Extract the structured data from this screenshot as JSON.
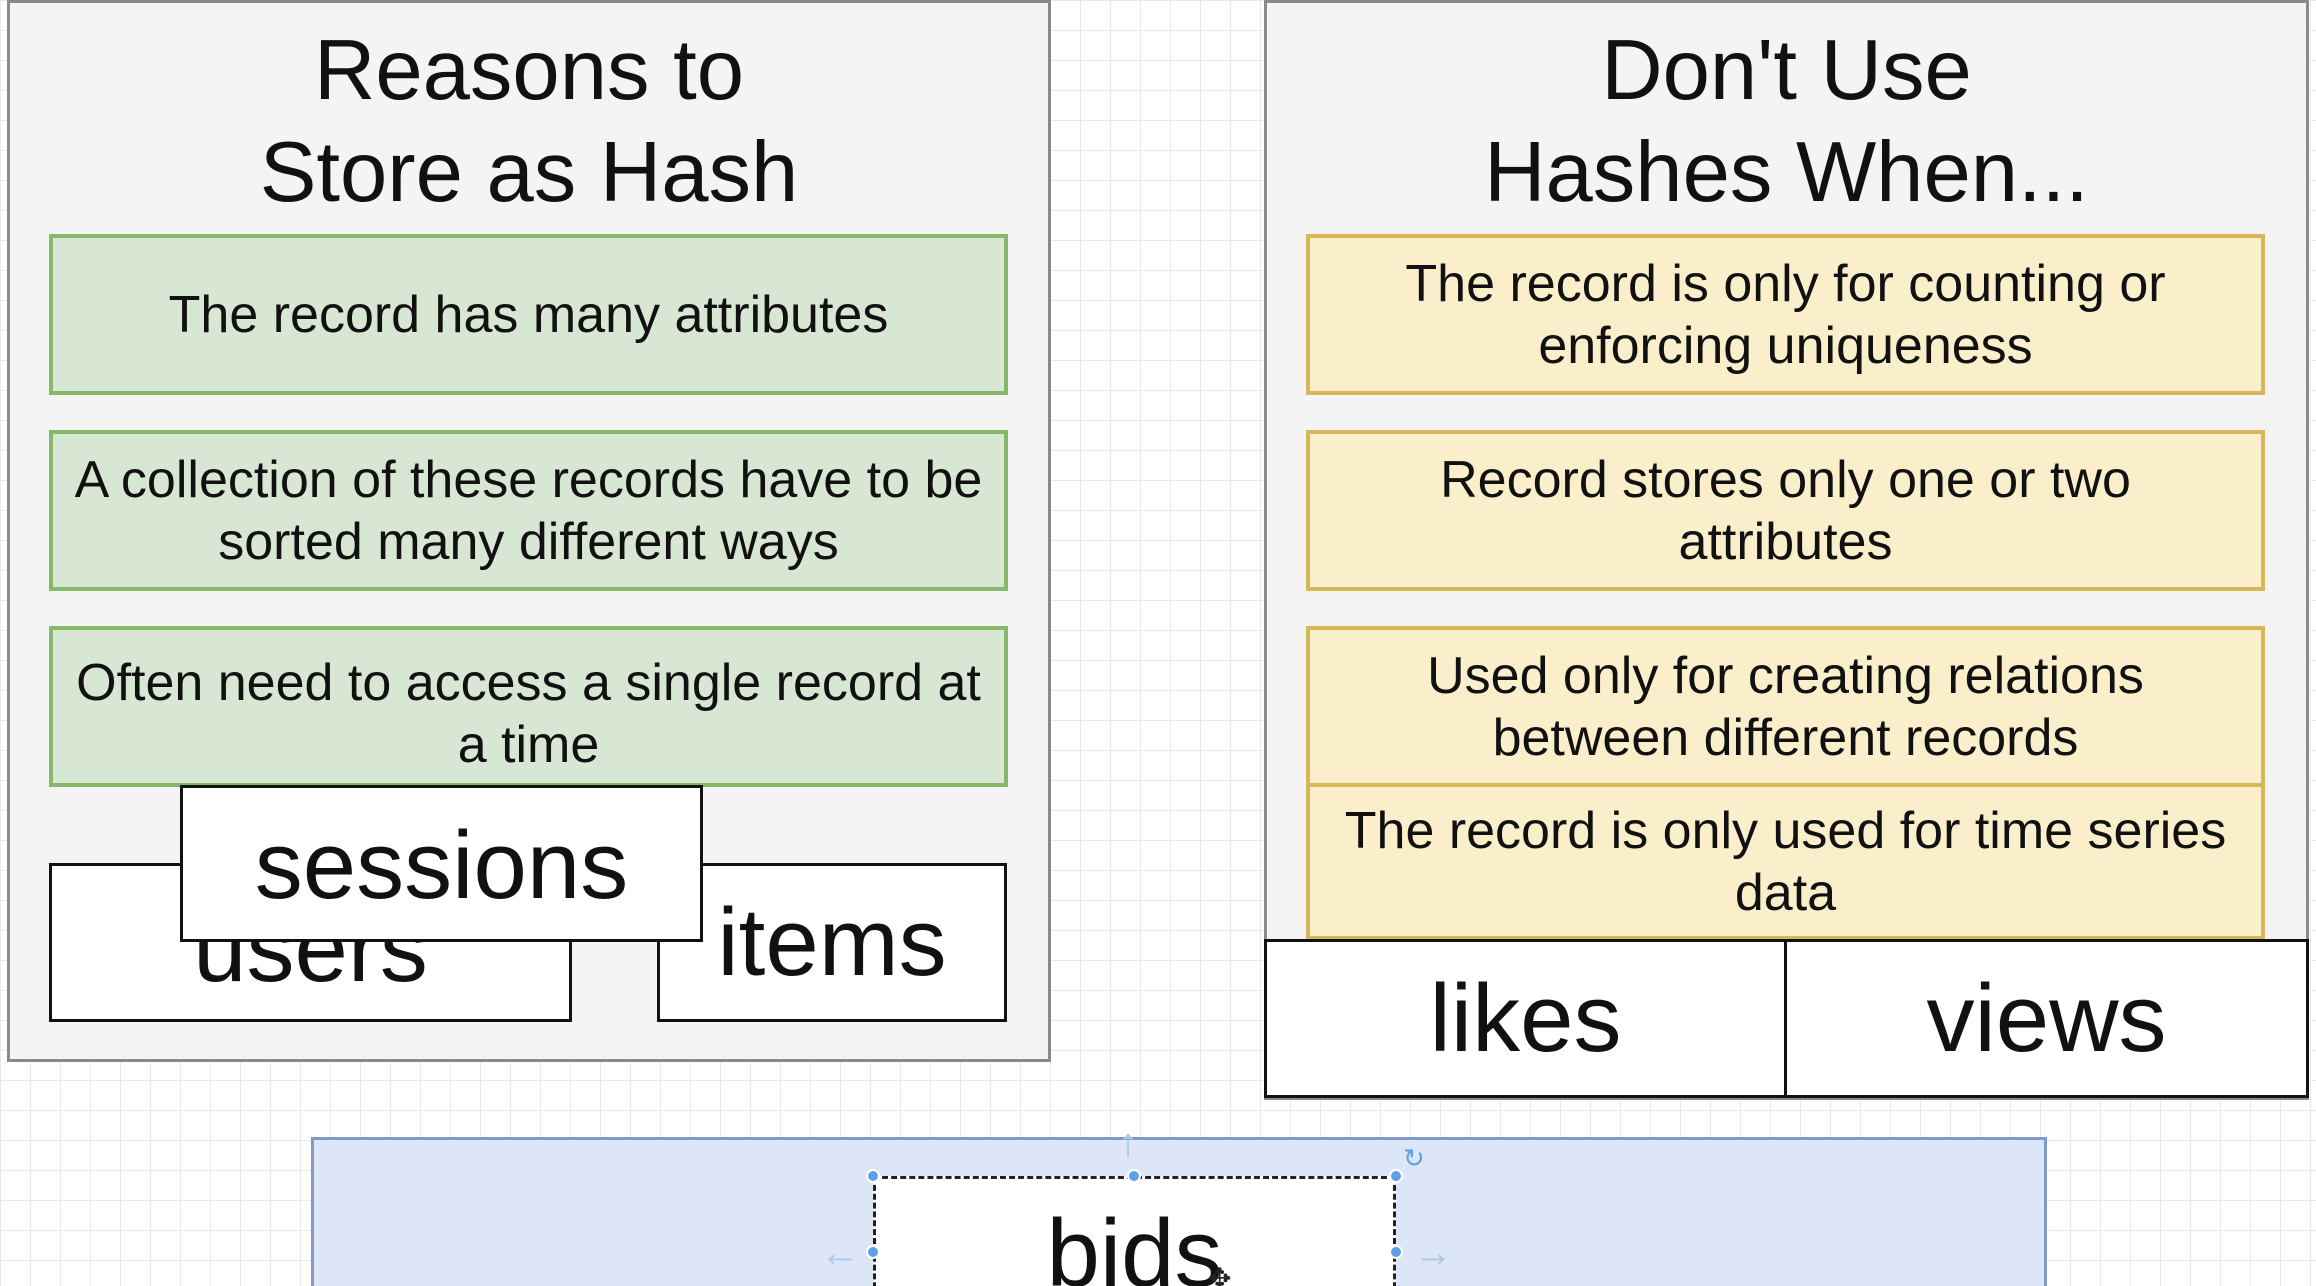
{
  "left_panel": {
    "title_line1": "Reasons to",
    "title_line2": "Store as Hash",
    "reasons": [
      "The record has many attributes",
      "A collection of these records have to be sorted many different ways",
      "Often need to access a single record at a time"
    ],
    "keys": {
      "users": "users",
      "sessions": "sessions",
      "items": "items"
    }
  },
  "right_panel": {
    "title_line1": "Don't Use",
    "title_line2": "Hashes When...",
    "reasons": [
      "The record is only for counting or enforcing uniqueness",
      "Record stores only one or two attributes",
      "Used only for creating relations between different records",
      "The record is only used for time series data"
    ],
    "keys": {
      "likes": "likes",
      "views": "views"
    }
  },
  "bottom": {
    "selected_label": "bids"
  },
  "colors": {
    "green_fill": "#d8e6d4",
    "green_border": "#86b86a",
    "yellow_fill": "#fbefcb",
    "yellow_border": "#d8b65a",
    "blue_fill": "#dce6f7",
    "handle": "#5ea0e8"
  }
}
